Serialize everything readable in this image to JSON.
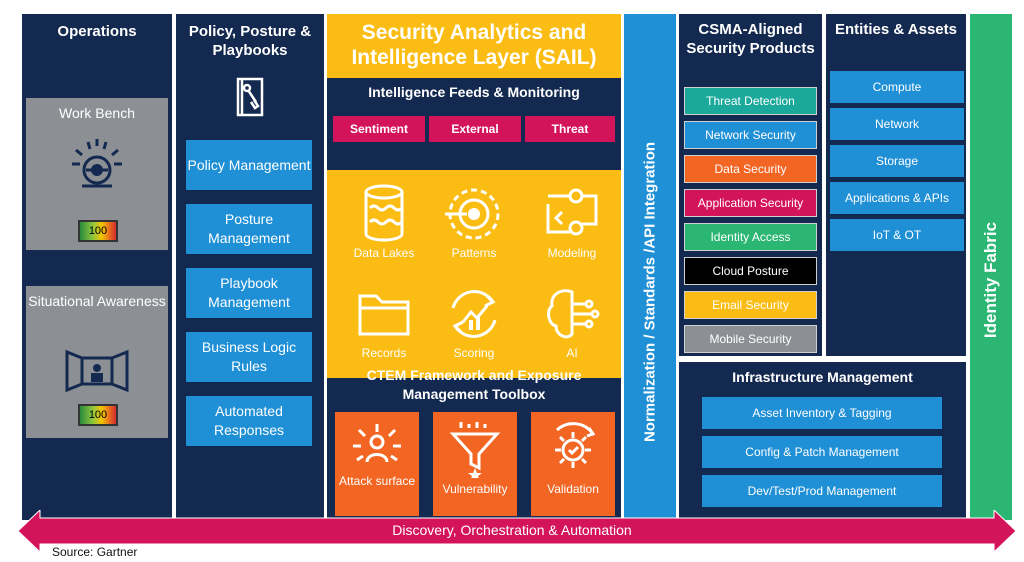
{
  "operations": {
    "title": "Operations",
    "workbench": {
      "label": "Work Bench",
      "score": "100"
    },
    "situational": {
      "label": "Situational Awareness",
      "score": "100"
    }
  },
  "policy": {
    "title": "Policy, Posture & Playbooks",
    "items": [
      "Policy Management",
      "Posture Management",
      "Playbook Management",
      "Business Logic Rules",
      "Automated Responses"
    ]
  },
  "sail": {
    "title": "Security Analytics and Intelligence Layer (SAIL)",
    "feeds_title": "Intelligence Feeds & Monitoring",
    "feeds": [
      "Sentiment",
      "External",
      "Threat"
    ],
    "core": [
      "Data Lakes",
      "Patterns",
      "Modeling",
      "Records",
      "Scoring",
      "AI"
    ],
    "ctem_title": "CTEM Framework and Exposure Management Toolbox",
    "ctem": [
      "Attack surface",
      "Vulnerability",
      "Validation"
    ]
  },
  "normalization": {
    "label": "Normalization / Standards /API Integration"
  },
  "csma": {
    "title": "CSMA-Aligned Security Products",
    "products": [
      {
        "label": "Threat Detection",
        "color": "#1aa99a"
      },
      {
        "label": "Network Security",
        "color": "#1f8fd6"
      },
      {
        "label": "Data Security",
        "color": "#f26522"
      },
      {
        "label": "Application Security",
        "color": "#d4145a"
      },
      {
        "label": "Identity Access",
        "color": "#2bb673"
      },
      {
        "label": "Cloud Posture",
        "color": "#000000"
      },
      {
        "label": "Email Security",
        "color": "#fbbd13"
      },
      {
        "label": "Mobile Security",
        "color": "#8c9094"
      }
    ]
  },
  "entities": {
    "title": "Entities & Assets",
    "items": [
      "Compute",
      "Network",
      "Storage",
      "Applications & APIs",
      "IoT & OT"
    ]
  },
  "infrastructure": {
    "title": "Infrastructure Management",
    "items": [
      "Asset Inventory & Tagging",
      "Config & Patch Management",
      "Dev/Test/Prod Management"
    ]
  },
  "identity_fabric": {
    "label": "Identity Fabric"
  },
  "discovery": {
    "label": "Discovery, Orchestration & Automation",
    "color": "#d4145a"
  },
  "source": "Source: Gartner"
}
